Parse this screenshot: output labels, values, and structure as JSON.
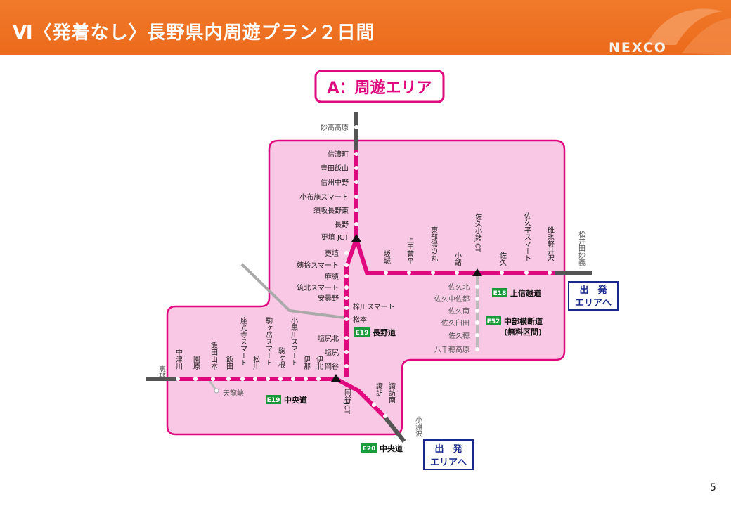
{
  "header": {
    "title": "Ⅵ〈発着なし〉長野県内周遊プラン２日間",
    "logo": "NEXCO",
    "brand_color": "#ec6a1c"
  },
  "page_number": "5",
  "map": {
    "area_title": "A：周遊エリア",
    "area_color": "#f8c8e4",
    "line_color": "#e0087e",
    "departure": {
      "line1": "出　発",
      "line2": "エリアへ"
    },
    "outside_labels": {
      "myoko": "妙高高原",
      "ena": "恵那",
      "oshimizu": "小淵沢",
      "matsuida": "松井田妙義",
      "tenryukyo": "天龍峡"
    },
    "route_labels": {
      "joshinetsu": {
        "code": "E18",
        "name": "上信越道"
      },
      "nagano": {
        "code": "E19",
        "name": "長野道"
      },
      "chuo19": {
        "code": "E19",
        "name": "中央道"
      },
      "chuo20": {
        "code": "E20",
        "name": "中央道"
      },
      "chubu": {
        "code": "E52",
        "name": "中部横断道",
        "note": "(無料区間)"
      }
    },
    "stations_north": [
      "信濃町",
      "豊田飯山",
      "信州中野",
      "小布施スマート",
      "須坂長野東",
      "長野",
      "更埴 JCT"
    ],
    "stations_nagano": [
      "更埴",
      "姨捨スマート",
      "麻績",
      "筑北スマート",
      "安曇野",
      "梓川スマート",
      "松本",
      "塩尻北",
      "塩尻",
      "岡谷"
    ],
    "stations_east": [
      "坂城",
      "上田菅平",
      "東部湯の丸",
      "小諸",
      "佐久小諸JCT",
      "佐久",
      "佐久平スマート",
      "碓氷軽井沢"
    ],
    "stations_chubu": [
      "佐久北",
      "佐久中佐都",
      "佐久南",
      "佐久臼田",
      "佐久穂",
      "八千穂高原"
    ],
    "stations_chuo_west": [
      "中津川",
      "園原",
      "飯田山本",
      "飯田",
      "座光寺スマート",
      "松川",
      "駒ヶ岳スマート",
      "駒ヶ根",
      "小黒川スマート",
      "伊那",
      "伊北"
    ],
    "stations_chuo_east": [
      "岡谷JCT",
      "諏訪",
      "諏訪南"
    ]
  }
}
